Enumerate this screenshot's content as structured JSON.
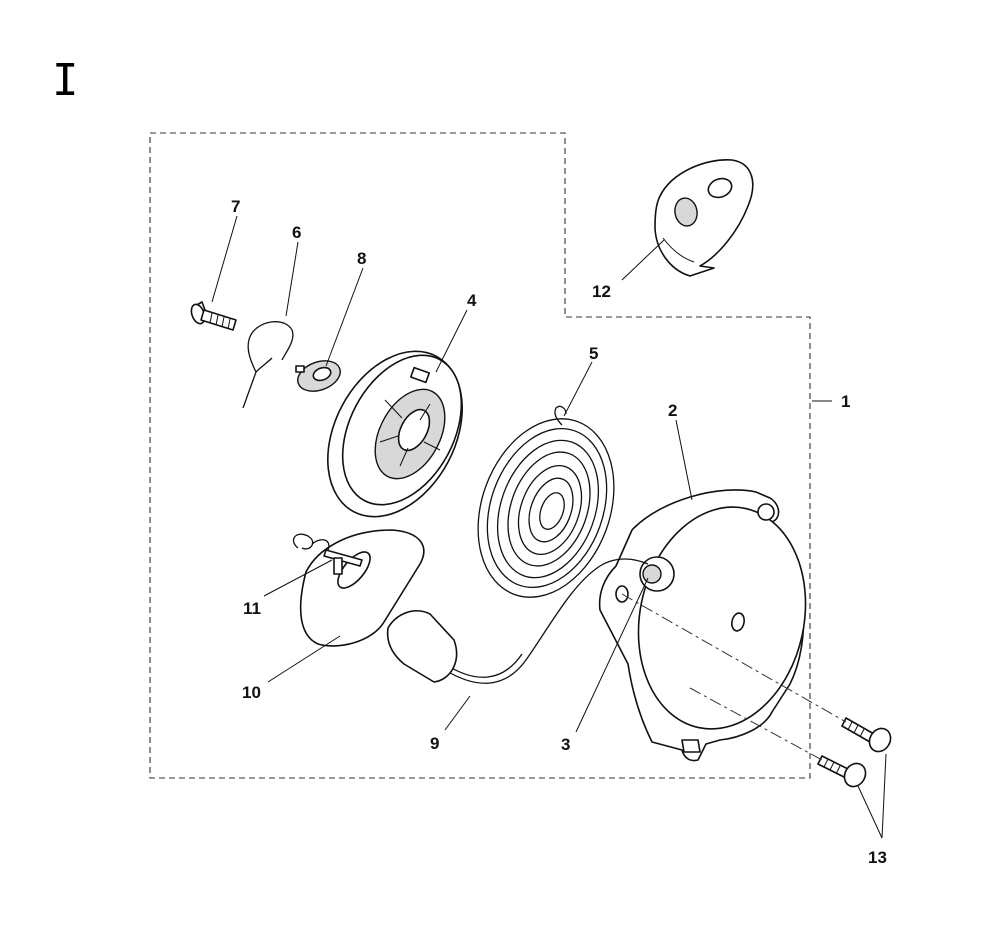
{
  "section_label": "I",
  "callouts": {
    "c1": "1",
    "c2": "2",
    "c3": "3",
    "c4": "4",
    "c5": "5",
    "c6": "6",
    "c7": "7",
    "c8": "8",
    "c9": "9",
    "c10": "10",
    "c11": "11",
    "c12": "12",
    "c13": "13"
  }
}
